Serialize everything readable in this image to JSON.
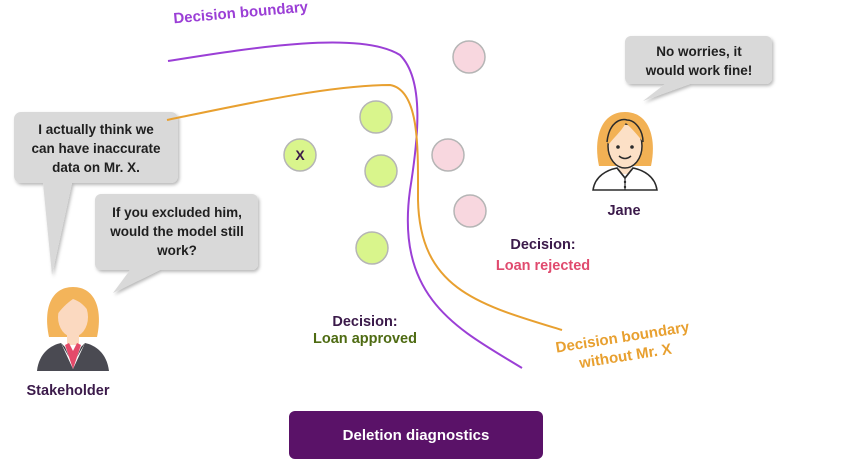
{
  "labels": {
    "decision_boundary": "Decision boundary",
    "decision_boundary_without": "Decision boundary\nwithout Mr. X",
    "x_marker": "X",
    "decision_word_rejected": "Decision:",
    "loan_rejected": "Loan rejected",
    "decision_word_approved": "Decision:",
    "loan_approved": "Loan approved"
  },
  "people": {
    "jane_name": "Jane",
    "stakeholder_name": "Stakeholder"
  },
  "bubbles": {
    "jane": "No worries, it\nwould work fine!",
    "stakeholder_1": "I actually think we\ncan have inaccurate\ndata on Mr. X.",
    "stakeholder_2": "If you excluded him,\nwould the model still\nwork?"
  },
  "button": {
    "label": "Deletion diagnostics"
  },
  "colors": {
    "purple_boundary": "#9b3fd6",
    "orange_boundary": "#e8a030",
    "approved_point": "#d9f58c",
    "rejected_point": "#f8d7df",
    "button_bg": "#5a1268",
    "bubble_bg": "#d9d9d9"
  },
  "icons": [
    "woman-jane-icon",
    "woman-stakeholder-icon"
  ]
}
